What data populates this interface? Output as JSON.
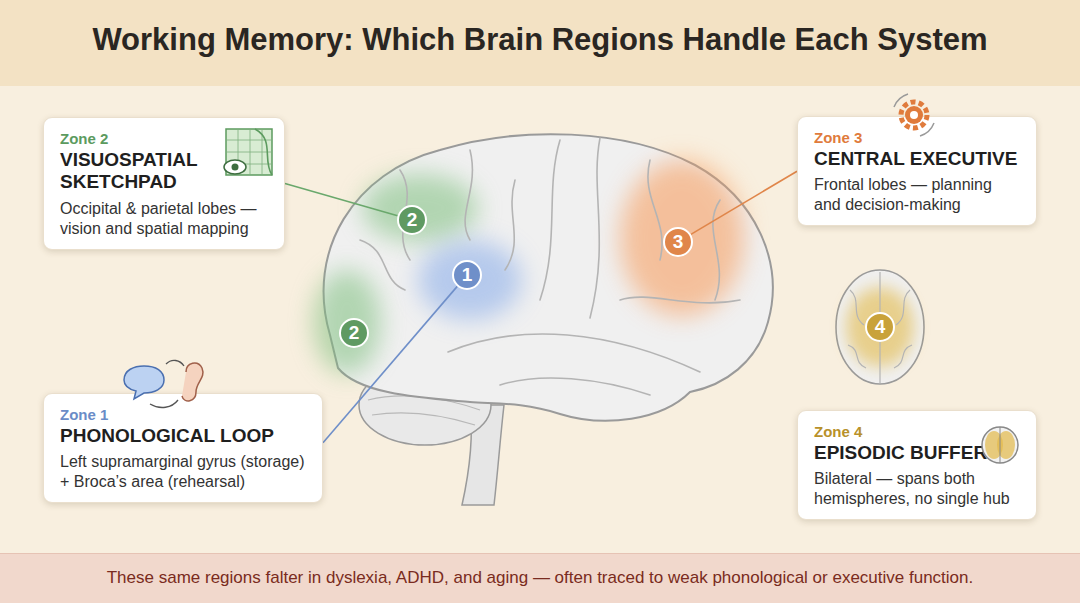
{
  "diagram": {
    "title": "Working Memory: Which Brain Regions Handle Each System",
    "caption": "These same regions falter in dyslexia, ADHD, and aging — often traced to weak phonological or executive function.",
    "nodes": [
      {
        "text": [
          "Zone 2",
          "VISUOSPATIAL SKETCHPAD",
          "Occipital & parietal lobes — vision and spatial mapping"
        ]
      },
      {
        "text": [
          "Zone 3",
          "CENTRAL EXECUTIVE",
          "Frontal lobes — planning and decision-making"
        ]
      },
      {
        "text": [
          "2"
        ]
      },
      {
        "text": [
          "1"
        ]
      },
      {
        "text": [
          "3"
        ]
      },
      {
        "text": [
          "4"
        ]
      },
      {
        "text": [
          "2"
        ]
      },
      {
        "text": [
          "Zone 1",
          "PHONOLOGICAL LOOP",
          "Left supramarginal gyrus (storage) + Broca’s area (rehearsal)"
        ]
      },
      {
        "text": [
          "Zone 4",
          "EPISODIC BUFFER",
          "Bilateral — spans both hemispheres, no single hub"
        ]
      }
    ],
    "edges": [
      {
        "from": 0,
        "to": 2,
        "arrow": "none"
      },
      {
        "from": 1,
        "to": 4,
        "arrow": "none"
      },
      {
        "from": 7,
        "to": 3,
        "arrow": "none"
      }
    ]
  }
}
